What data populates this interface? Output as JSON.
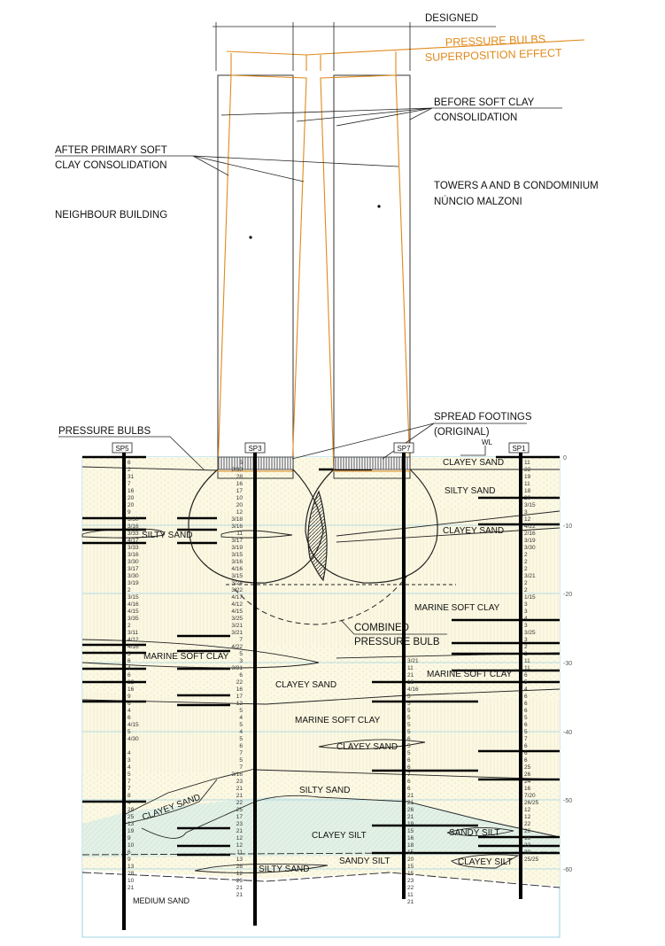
{
  "title_labels": {
    "designed": "DESIGNED",
    "pressure_bulbs_line1": "PRESSURE BULBS",
    "pressure_bulbs_line2": "SUPERPOSITION EFFECT",
    "before_line1": "BEFORE  SOFT CLAY",
    "before_line2": "CONSOLIDATION",
    "after_line1": "AFTER PRIMARY SOFT",
    "after_line2": "CLAY CONSOLIDATION",
    "towers_line1": "TOWERS A AND B CONDOMINIUM",
    "towers_line2": "NÚNCIO MALZONI",
    "neighbour": "NEIGHBOUR BUILDING",
    "pressure_bulbs": "PRESSURE BULBS",
    "footings_line1": "SPREAD FOOTINGS",
    "footings_line2": "(ORIGINAL)",
    "wl": "WL",
    "combined_line1": "COMBINED",
    "combined_line2": "PRESSURE BULB"
  },
  "colors": {
    "orange": "#e08a1c",
    "soil_fill": "#fbf8e4",
    "silt_fill": "#e2f0e6",
    "grid": "#9fd3e6"
  },
  "boreholes": [
    {
      "name": "SP5",
      "spt": [
        "6",
        "2",
        "31",
        "7",
        "16",
        "20",
        "20",
        "9",
        "3/30",
        "3/16",
        "3/33",
        "4/17",
        "3/33",
        "3/16",
        "3/30",
        "3/17",
        "3/30",
        "3/19",
        "2",
        "3/15",
        "4/16",
        "4/15",
        "3/35",
        "2",
        "3/11",
        "4/12",
        "4/16",
        "5",
        "6",
        "4",
        "6",
        "22",
        "16",
        "9",
        "6",
        "4",
        "6",
        "4/15",
        "5",
        "4/30",
        "",
        "4",
        "3",
        "4",
        "5",
        "7",
        "7",
        "8",
        "4",
        "28",
        "25",
        "13",
        "19",
        "9",
        "10",
        "6",
        "9",
        "13",
        "28",
        "10",
        "21"
      ]
    },
    {
      "name": "SP3",
      "spt": [
        "5",
        "2/30",
        "28",
        "16",
        "17",
        "10",
        "20",
        "12",
        "3/18",
        "3/16",
        "11",
        "3/17",
        "3/19",
        "3/15",
        "3/16",
        "4/16",
        "3/15",
        "3/24",
        "3/22",
        "4/17",
        "4/12",
        "4/15",
        "3/25",
        "3/21",
        "3/21",
        "7",
        "4/22",
        "5",
        "3",
        "3/21",
        "6",
        "22",
        "16",
        "17",
        "12",
        "5",
        "4",
        "5",
        "4",
        "5",
        "6",
        "7",
        "5",
        "7",
        "3/16",
        "23",
        "21",
        "21",
        "22",
        "25",
        "17",
        "23",
        "21",
        "12",
        "12",
        "11",
        "13",
        "28",
        "12",
        "23",
        "21",
        "21"
      ]
    },
    {
      "name": "SP7",
      "spt": [
        "3/21",
        "11",
        "21",
        "16",
        "4/16",
        "5",
        "5",
        "5",
        "5",
        "5",
        "5",
        "6",
        "5",
        "5",
        "6",
        "6",
        "7",
        "6",
        "6",
        "21",
        "21",
        "26",
        "21",
        "19",
        "15",
        "16",
        "18",
        "15",
        "20",
        "15",
        "15",
        "23",
        "22",
        "11",
        "21"
      ]
    },
    {
      "name": "SP1",
      "spt": [
        "11",
        "22",
        "19",
        "11",
        "18",
        "20",
        "3/15",
        "3",
        "12",
        "4/22",
        "2/16",
        "3/19",
        "3/30",
        "2",
        "2",
        "2",
        "3/21",
        "2",
        "2",
        "1/15",
        "3",
        "3",
        "4",
        "3",
        "3/25",
        "3",
        "2",
        "2",
        "11",
        "11",
        "6",
        "5",
        "4",
        "6",
        "6",
        "6",
        "5",
        "6",
        "5",
        "7",
        "6",
        "6",
        "6",
        "25",
        "26",
        "24",
        "16",
        "7/20",
        "26/25",
        "12",
        "12",
        "22",
        "26",
        "19",
        "22",
        "30",
        "25/25"
      ]
    }
  ],
  "depth_axis": [
    "0",
    "-10",
    "-20",
    "-30",
    "-40",
    "-50",
    "-60"
  ],
  "soil_labels": {
    "clayey_sand_top": "CLAYEY SAND",
    "silty_sand_top": "SILTY SAND",
    "clayey_sand_lens_right": "CLAYEY SAND",
    "silty_sand_lens_left": "SILTY SAND",
    "marine_soft_clay_1": "MARINE SOFT CLAY",
    "marine_soft_clay_lens_left": "MARINE SOFT CLAY",
    "marine_soft_clay_lens_right": "MARINE SOFT CLAY",
    "clayey_sand_mid": "CLAYEY SAND",
    "marine_soft_clay_2": "MARINE SOFT CLAY",
    "clayey_sand_lens_mid": "CLAYEY SAND",
    "silty_sand_lower": "SILTY SAND",
    "clayey_sand_wedge": "CLAYEY SAND",
    "clayey_silt": "CLAYEY SILT",
    "sandy_silt_lens": "SANDY SILT",
    "sandy_silt": "SANDY SILT",
    "clayey_silt_lens": "CLAYEY SILT",
    "silty_sand_lens_bottom": "SILTY SAND",
    "medium_sand": "MEDIUM SAND"
  }
}
